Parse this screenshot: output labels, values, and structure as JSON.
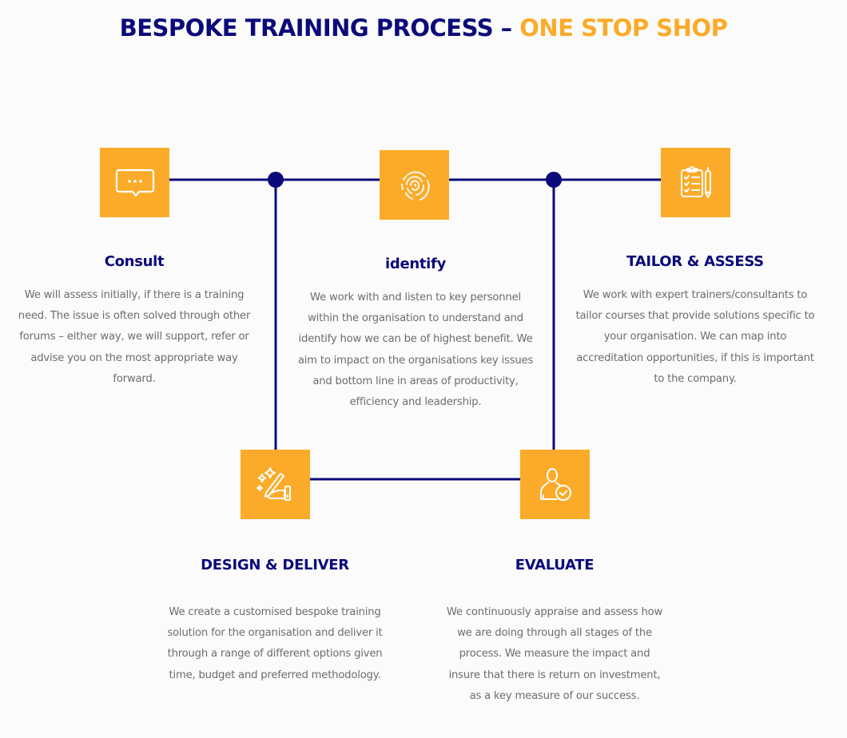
{
  "title": {
    "part1": "BESPOKE TRAINING PROCESS – ",
    "part2": "ONE STOP SHOP"
  },
  "colors": {
    "navy": "#0b0a7a",
    "orange": "#fbab29",
    "body_text": "#6d6d6d",
    "background": "#fbfbfb"
  },
  "steps": [
    {
      "id": "consult",
      "icon": "chat-bubble-icon",
      "title": "Consult",
      "description": "We will assess initially, if there is a training need. The issue is often solved through other forums – either way, we will support, refer or advise you on the most appropriate way forward."
    },
    {
      "id": "identify",
      "icon": "fingerprint-icon",
      "title": "identify",
      "description": "We work with and listen to key personnel within the organisation to understand and identify how we can be of highest benefit. We aim to impact on the organisations key issues and bottom line in areas of productivity, efficiency and leadership."
    },
    {
      "id": "tailor-assess",
      "icon": "clipboard-checklist-icon",
      "title": "TAILOR & ASSESS",
      "description": "We work with expert trainers/consultants to tailor courses that provide solutions specific to your organisation. We can map into accreditation opportunities, if this is important to the company."
    },
    {
      "id": "design-deliver",
      "icon": "hand-writing-sparkles-icon",
      "title": "DESIGN & DELIVER",
      "description": "We create a customised bespoke training solution for the organisation and deliver it through a range of different options given time, budget and preferred methodology."
    },
    {
      "id": "evaluate",
      "icon": "user-check-icon",
      "title": "EVALUATE",
      "description": "We continuously appraise and assess how we are doing through all stages of the process. We measure the impact and insure that there is return on investment, as a key measure of our success."
    }
  ]
}
